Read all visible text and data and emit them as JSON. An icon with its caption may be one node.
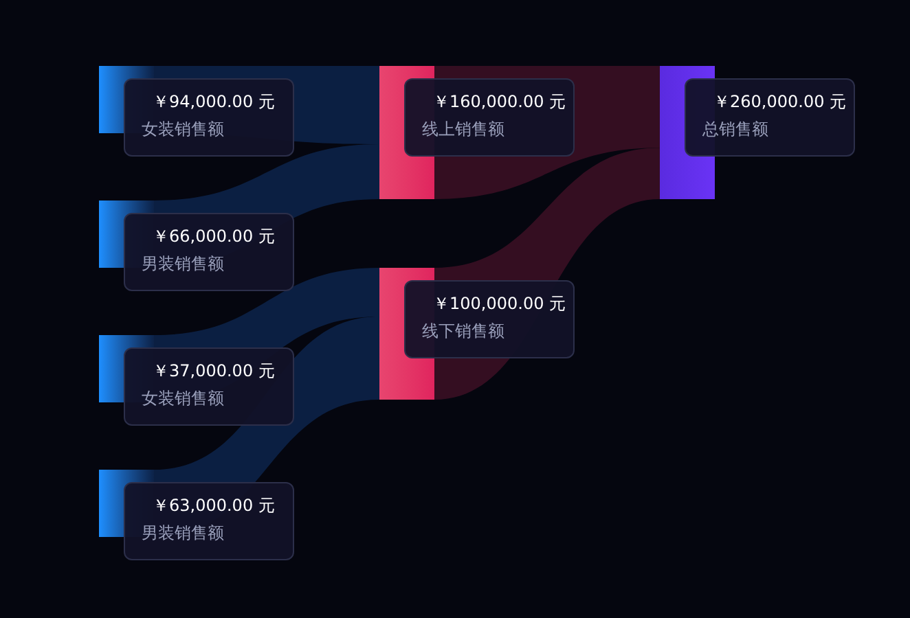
{
  "diagram": {
    "nodes": [
      {
        "text": [],
        "shape": "bar"
      },
      {
        "text": [
          "￥94,000.00 元",
          "女装销售额"
        ]
      },
      {
        "text": [],
        "shape": "bar"
      },
      {
        "text": [
          "￥66,000.00 元",
          "男装销售额"
        ]
      },
      {
        "text": [],
        "shape": "bar"
      },
      {
        "text": [
          "￥37,000.00 元",
          "女装销售额"
        ]
      },
      {
        "text": [],
        "shape": "bar"
      },
      {
        "text": [
          "￥63,000.00 元",
          "男装销售额"
        ]
      },
      {
        "text": [],
        "shape": "bar"
      },
      {
        "text": [
          "￥160,000.00 元",
          "线上销售额"
        ]
      },
      {
        "text": [],
        "shape": "bar"
      },
      {
        "text": [
          "￥100,000.00 元",
          "线下销售额"
        ]
      },
      {
        "text": [],
        "shape": "bar"
      },
      {
        "text": [
          "￥260,000.00 元",
          "总销售额"
        ]
      }
    ],
    "edges": [
      {
        "from": 0,
        "to": 8,
        "arrow": "none"
      },
      {
        "from": 2,
        "to": 8,
        "arrow": "none"
      },
      {
        "from": 4,
        "to": 10,
        "arrow": "none"
      },
      {
        "from": 6,
        "to": 10,
        "arrow": "none"
      },
      {
        "from": 8,
        "to": 12,
        "arrow": "none",
        "color": "#3a0f24"
      },
      {
        "from": 10,
        "to": 12,
        "arrow": "none",
        "color": "#3a0f24"
      }
    ]
  }
}
